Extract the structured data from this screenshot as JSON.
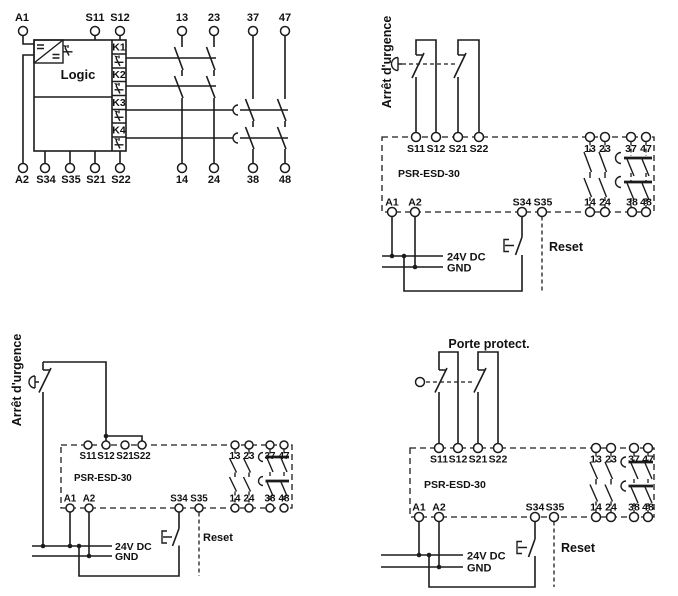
{
  "colors": {
    "line": "#1c1c1c",
    "text": "#111111",
    "background": "#ffffff"
  },
  "d1": {
    "name": "internal block diagram",
    "top_terminals": [
      "A1",
      "S11",
      "S12",
      "13",
      "23",
      "37",
      "47"
    ],
    "bottom_terminals": [
      "A2",
      "S34",
      "S35",
      "S21",
      "S22",
      "14",
      "24",
      "38",
      "48"
    ],
    "logic_label": "Logic",
    "relays": [
      "K1",
      "K2",
      "K3",
      "K4"
    ]
  },
  "d2": {
    "title": "Arrêt d'urgence",
    "module": "PSR-ESD-30",
    "top_terminals": [
      "S11",
      "S12",
      "S21",
      "S22",
      "13",
      "23",
      "37",
      "47"
    ],
    "bottom_terminals": [
      "A1",
      "A2",
      "S34",
      "S35",
      "14",
      "24",
      "38",
      "48"
    ],
    "supply_pos": "24V DC",
    "supply_neg": "GND",
    "reset_label": "Reset"
  },
  "d3": {
    "title": "Arrêt d'urgence",
    "module": "PSR-ESD-30",
    "top_terminals": [
      "S11",
      "S12",
      "S21",
      "S22",
      "13",
      "23",
      "37",
      "47"
    ],
    "bottom_terminals": [
      "A1",
      "A2",
      "S34",
      "S35",
      "14",
      "24",
      "38",
      "48"
    ],
    "supply_pos": "24V DC",
    "supply_neg": "GND",
    "reset_label": "Reset"
  },
  "d4": {
    "title": "Porte protect.",
    "module": "PSR-ESD-30",
    "top_terminals": [
      "S11",
      "S12",
      "S21",
      "S22",
      "13",
      "23",
      "37",
      "47"
    ],
    "bottom_terminals": [
      "A1",
      "A2",
      "S34",
      "S35",
      "14",
      "24",
      "38",
      "48"
    ],
    "supply_pos": "24V DC",
    "supply_neg": "GND",
    "reset_label": "Reset"
  }
}
